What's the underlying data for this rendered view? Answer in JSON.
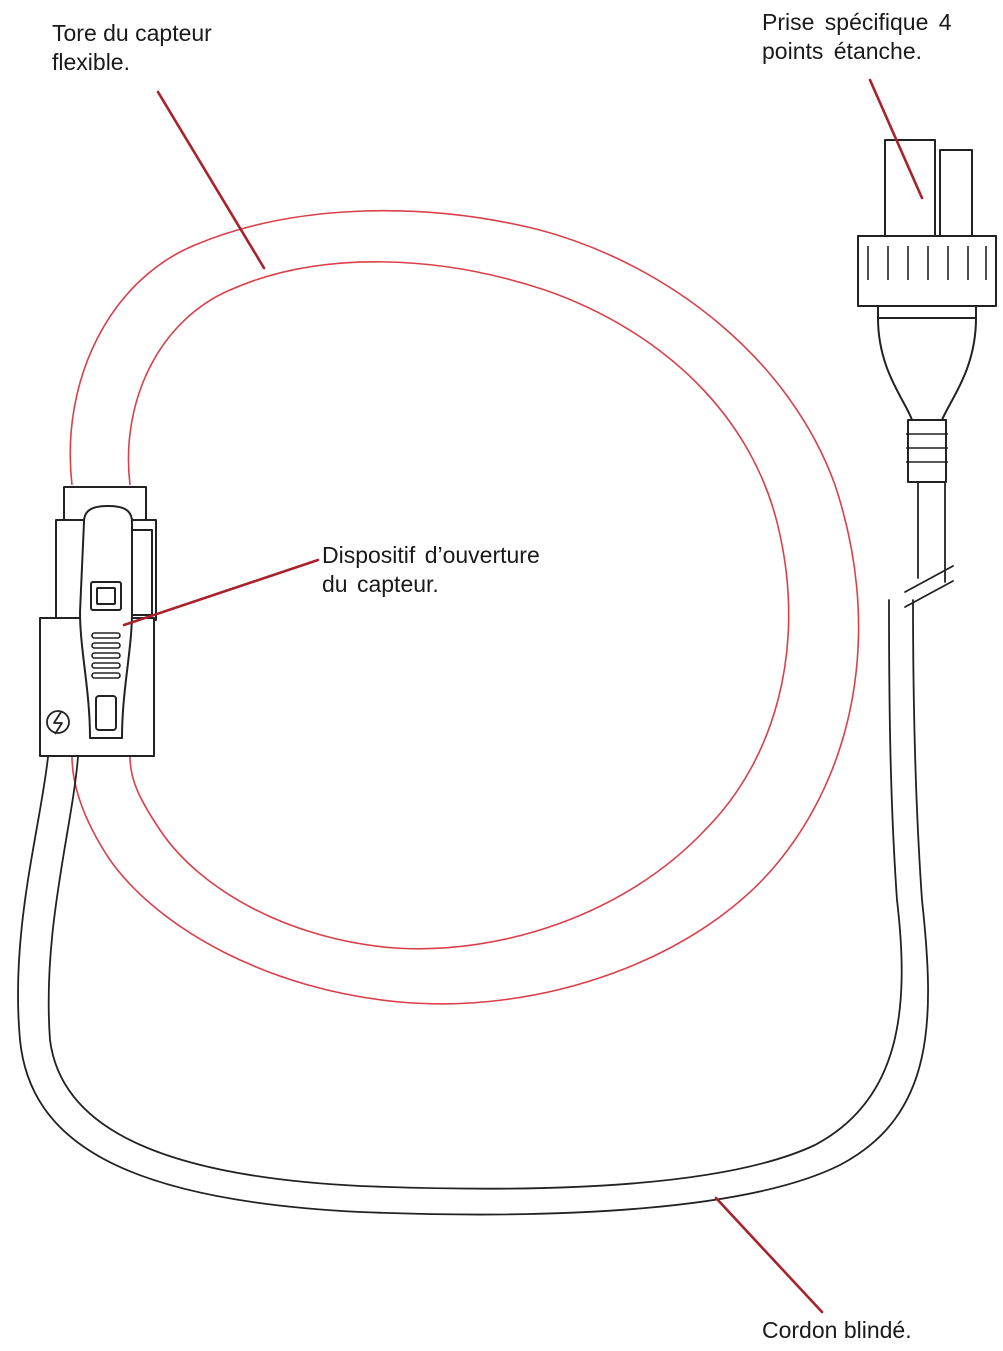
{
  "labels": {
    "tore": {
      "line1": "Tore du capteur",
      "line2": "flexible."
    },
    "prise": {
      "line1": "Prise spécifique 4",
      "line2": "points étanche."
    },
    "dispositif": {
      "line1": "Dispositif d’ouverture",
      "line2": "du capteur."
    },
    "cordon": {
      "line1": "Cordon blindé."
    }
  },
  "colors": {
    "ring": "#d9404a",
    "leader": "#a8222c",
    "outline": "#222222",
    "text": "#1a1a1a"
  },
  "icons": {
    "lightning_symbol": "double-insulation-lightning-icon"
  }
}
